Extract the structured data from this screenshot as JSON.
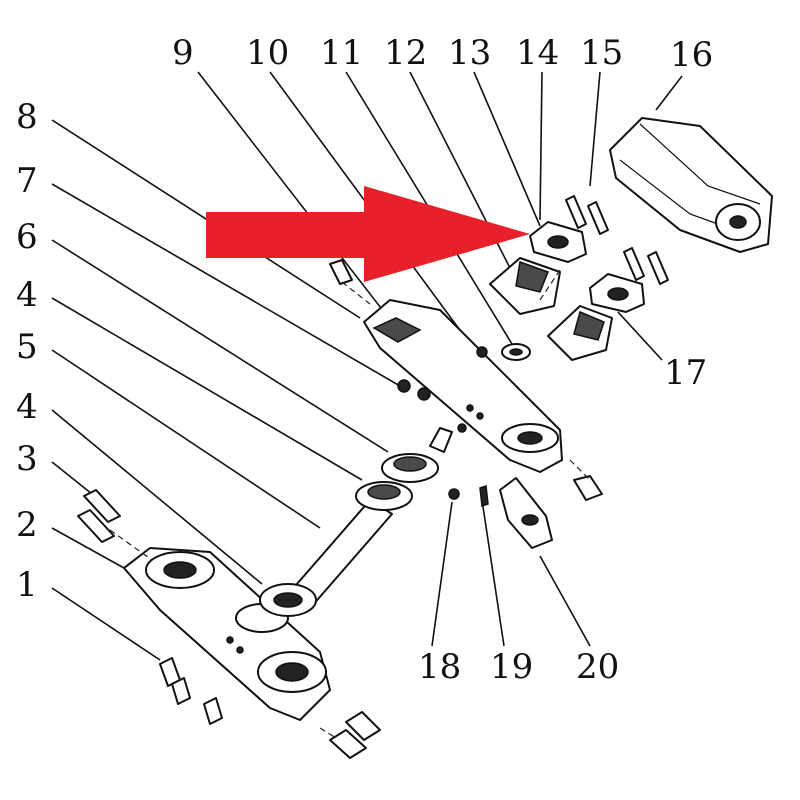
{
  "callouts": [
    "1",
    "2",
    "3",
    "4",
    "5",
    "4",
    "6",
    "7",
    "8",
    "9",
    "10",
    "11",
    "12",
    "13",
    "14",
    "15",
    "16",
    "17",
    "18",
    "19",
    "20"
  ],
  "colors": {
    "arrow": "#e8202a",
    "ink": "#111111",
    "shade": "#4a4a4a"
  }
}
